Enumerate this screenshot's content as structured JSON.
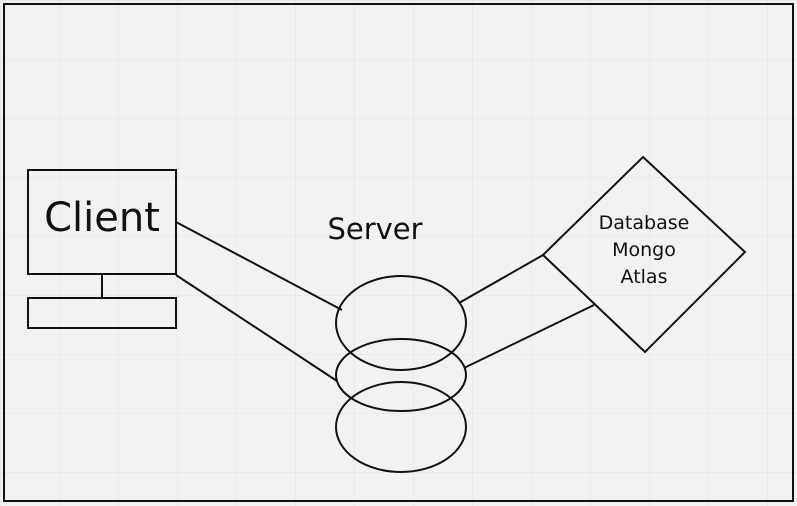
{
  "client": {
    "label": "Client"
  },
  "server": {
    "label": "Server"
  },
  "database": {
    "lines": [
      "Database",
      "Mongo",
      "Atlas"
    ]
  }
}
